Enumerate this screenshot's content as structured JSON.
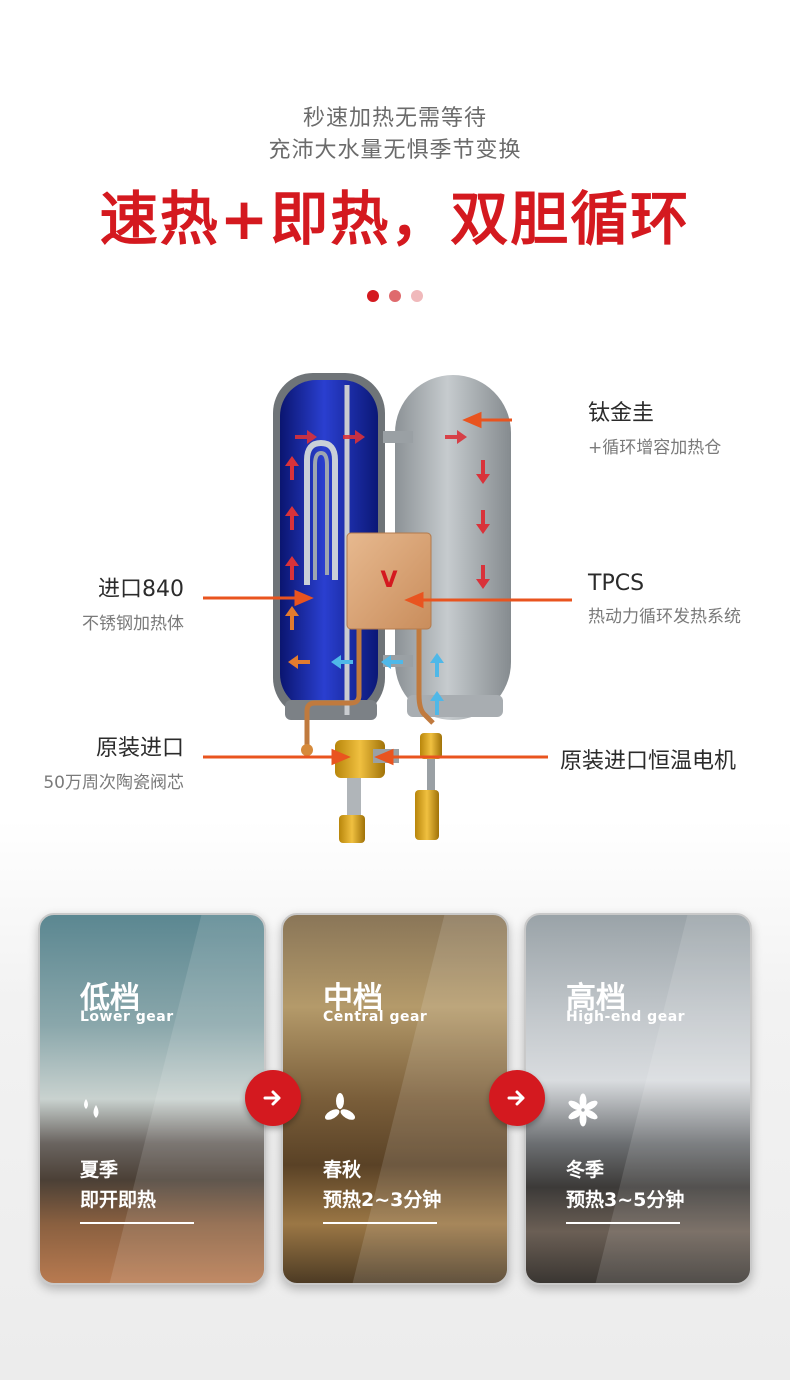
{
  "header": {
    "subtitle_1": "秒速加热无需等待",
    "subtitle_2": "充沛大水量无惧季节变换",
    "headline": "速热+即热，双胆循环"
  },
  "carousel": {
    "dots": 3,
    "active_index": 0
  },
  "callouts": {
    "titanium": {
      "title": "钛金圭",
      "sub": "+循环增容加热仓"
    },
    "tpcs": {
      "title": "TPCS",
      "sub": "热动力循环发热系统"
    },
    "heater": {
      "title": "进口840",
      "sub": "不锈钢加热体"
    },
    "valve": {
      "title": "原装进口",
      "sub": "50万周次陶瓷阀芯"
    },
    "motor": {
      "title": "原装进口恒温电机"
    }
  },
  "cards": [
    {
      "title": "低档",
      "en": "Lower gear",
      "season": "夏季",
      "desc": "即开即热",
      "icon": "water-drops-icon"
    },
    {
      "title": "中档",
      "en": "Central gear",
      "season": "春秋",
      "desc": "预热2~3分钟",
      "icon": "fan-3-blade-icon"
    },
    {
      "title": "高档",
      "en": "High-end gear",
      "season": "冬季",
      "desc": "预热3~5分钟",
      "icon": "fan-6-blade-icon"
    }
  ],
  "colors": {
    "accent": "#d4191f",
    "callout_line": "#e9541f",
    "tank_blue": "#1a2b9c",
    "tank_gray": "#9ea4a8"
  }
}
